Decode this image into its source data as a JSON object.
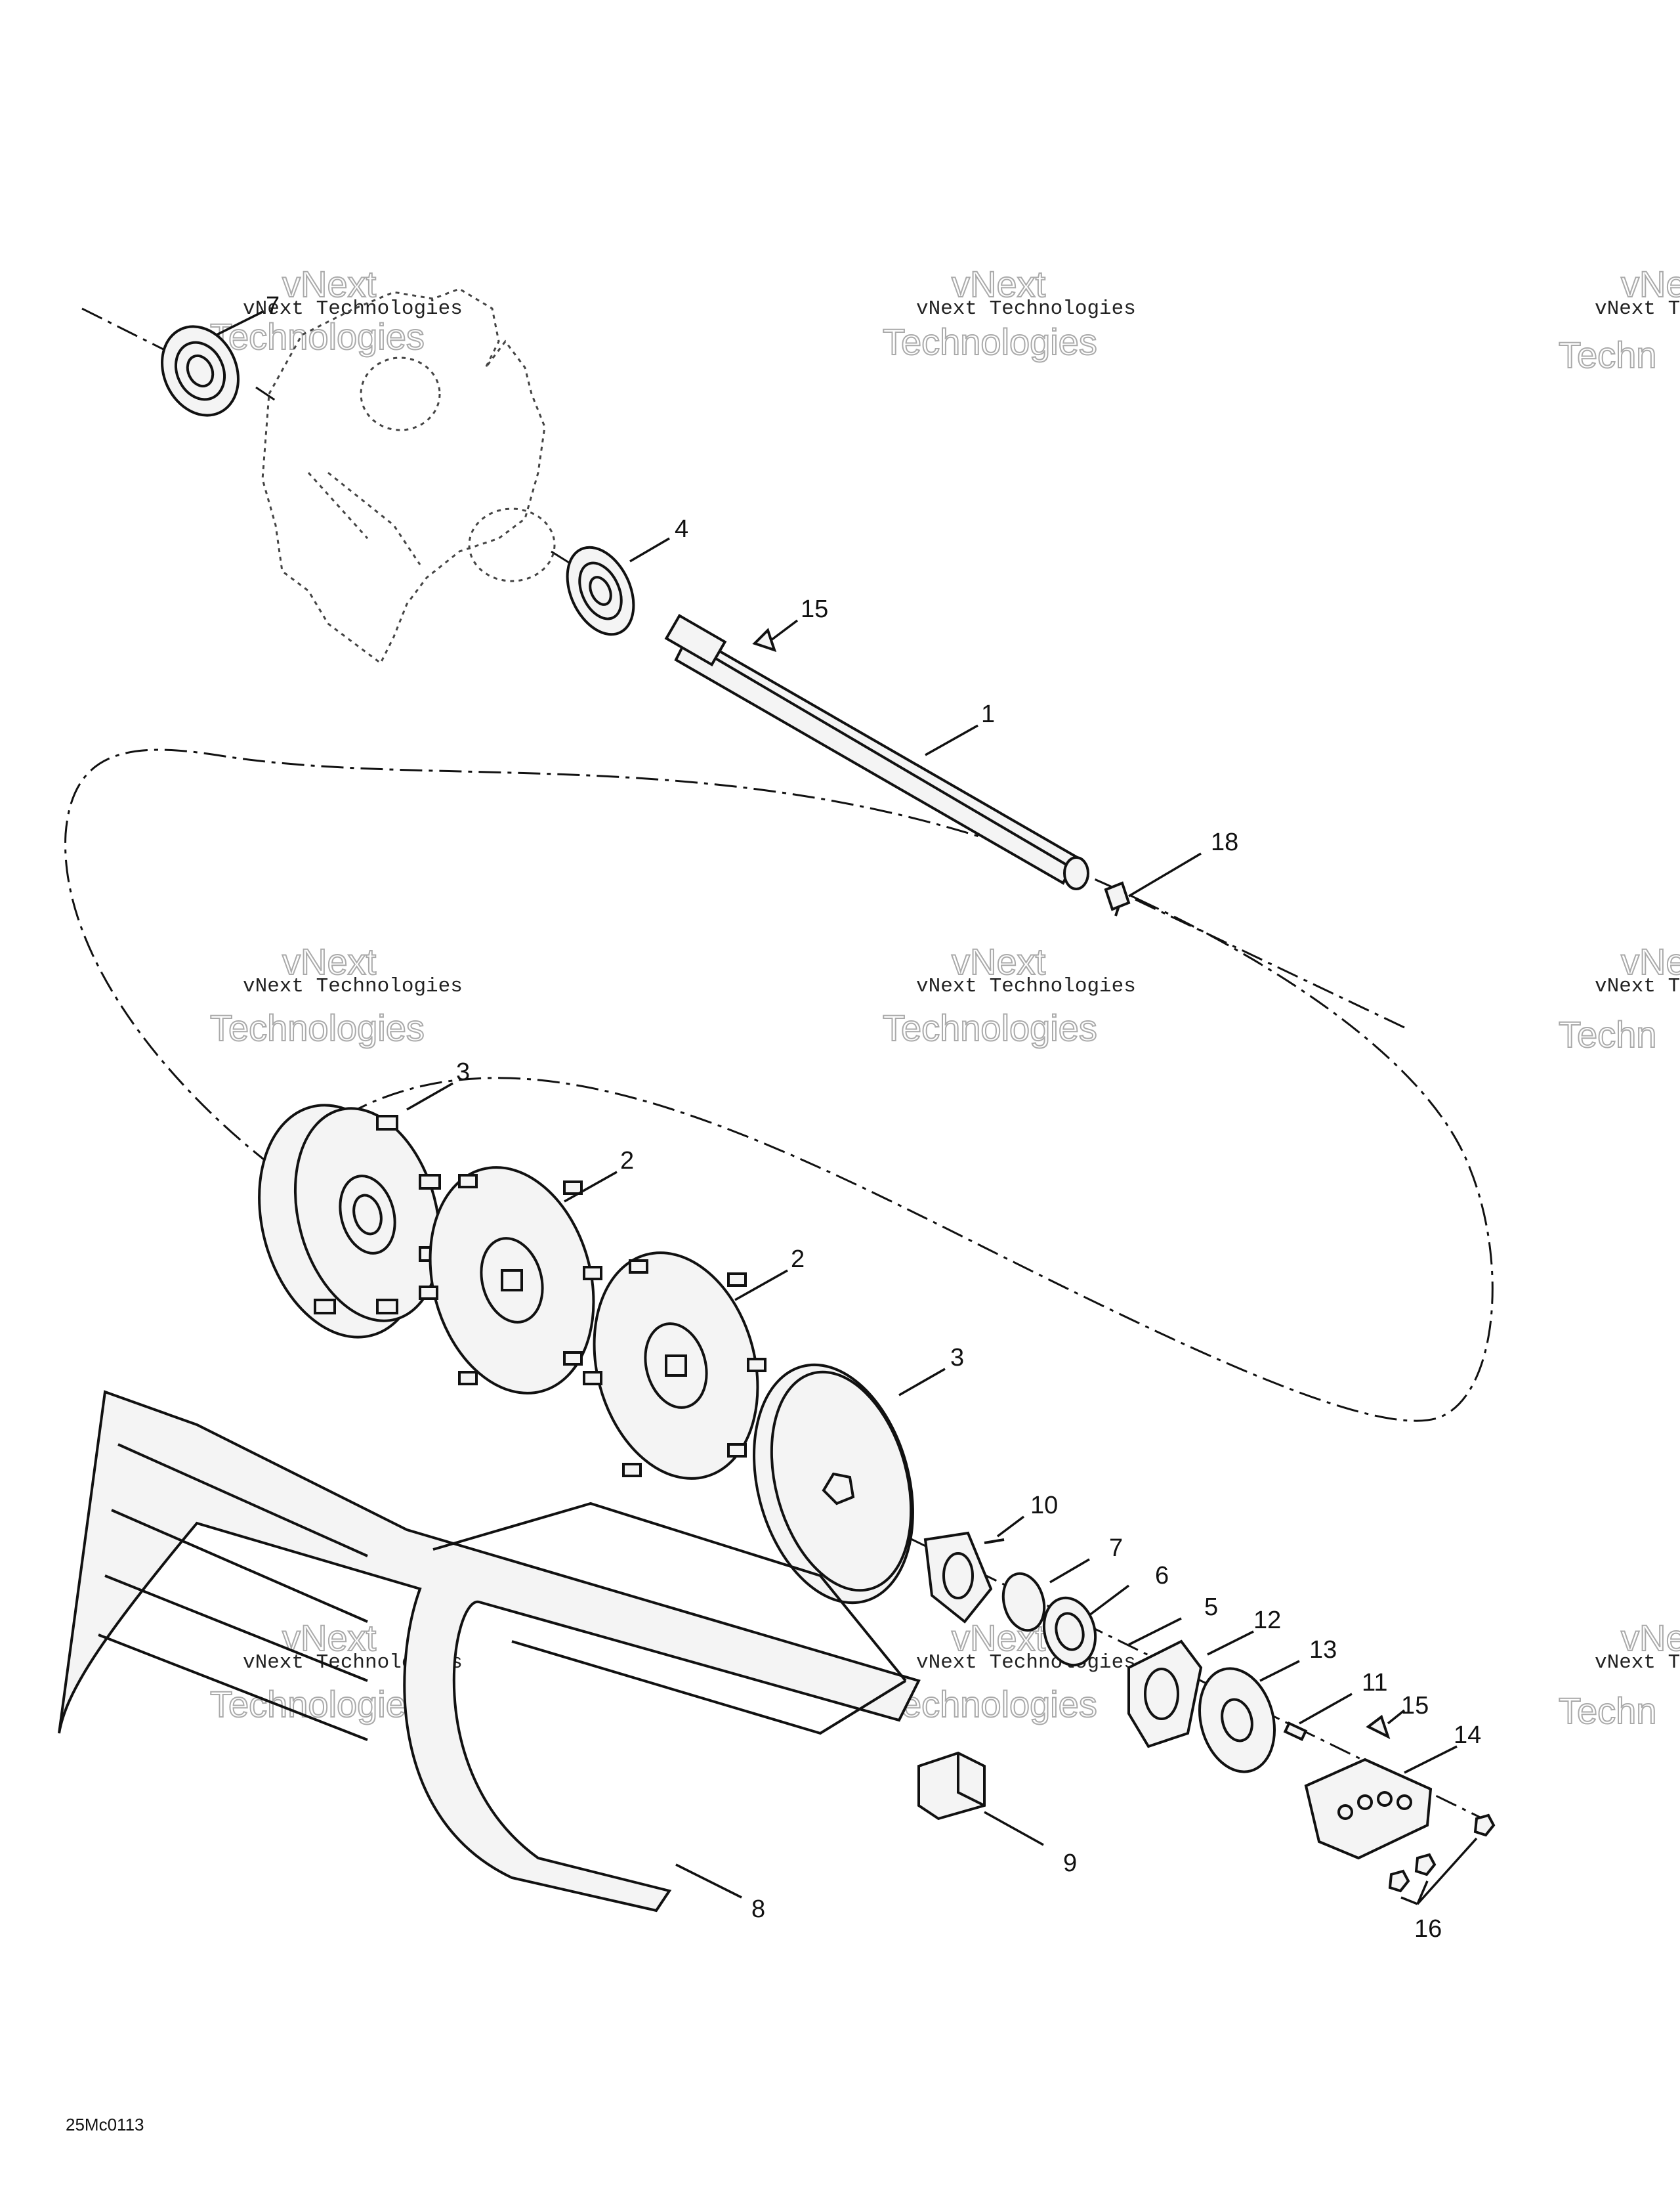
{
  "drawing_code": "25Mc0113",
  "watermark": {
    "line1": "vNext Technologies",
    "line2": "vNext",
    "line3": "Technologies",
    "partial1": "vNext Te",
    "partial2": "vNext",
    "partial3": "Techn"
  },
  "callouts": [
    {
      "id": "c7a",
      "label": "7"
    },
    {
      "id": "c4",
      "label": "4"
    },
    {
      "id": "c15a",
      "label": "15"
    },
    {
      "id": "c1",
      "label": "1"
    },
    {
      "id": "c18",
      "label": "18"
    },
    {
      "id": "c3a",
      "label": "3"
    },
    {
      "id": "c2a",
      "label": "2"
    },
    {
      "id": "c2b",
      "label": "2"
    },
    {
      "id": "c3b",
      "label": "3"
    },
    {
      "id": "c10",
      "label": "10"
    },
    {
      "id": "c7b",
      "label": "7"
    },
    {
      "id": "c6",
      "label": "6"
    },
    {
      "id": "c5",
      "label": "5"
    },
    {
      "id": "c12",
      "label": "12"
    },
    {
      "id": "c13",
      "label": "13"
    },
    {
      "id": "c11",
      "label": "11"
    },
    {
      "id": "c15b",
      "label": "15"
    },
    {
      "id": "c14",
      "label": "14"
    },
    {
      "id": "c9",
      "label": "9"
    },
    {
      "id": "c8",
      "label": "8"
    },
    {
      "id": "c16",
      "label": "16"
    }
  ]
}
